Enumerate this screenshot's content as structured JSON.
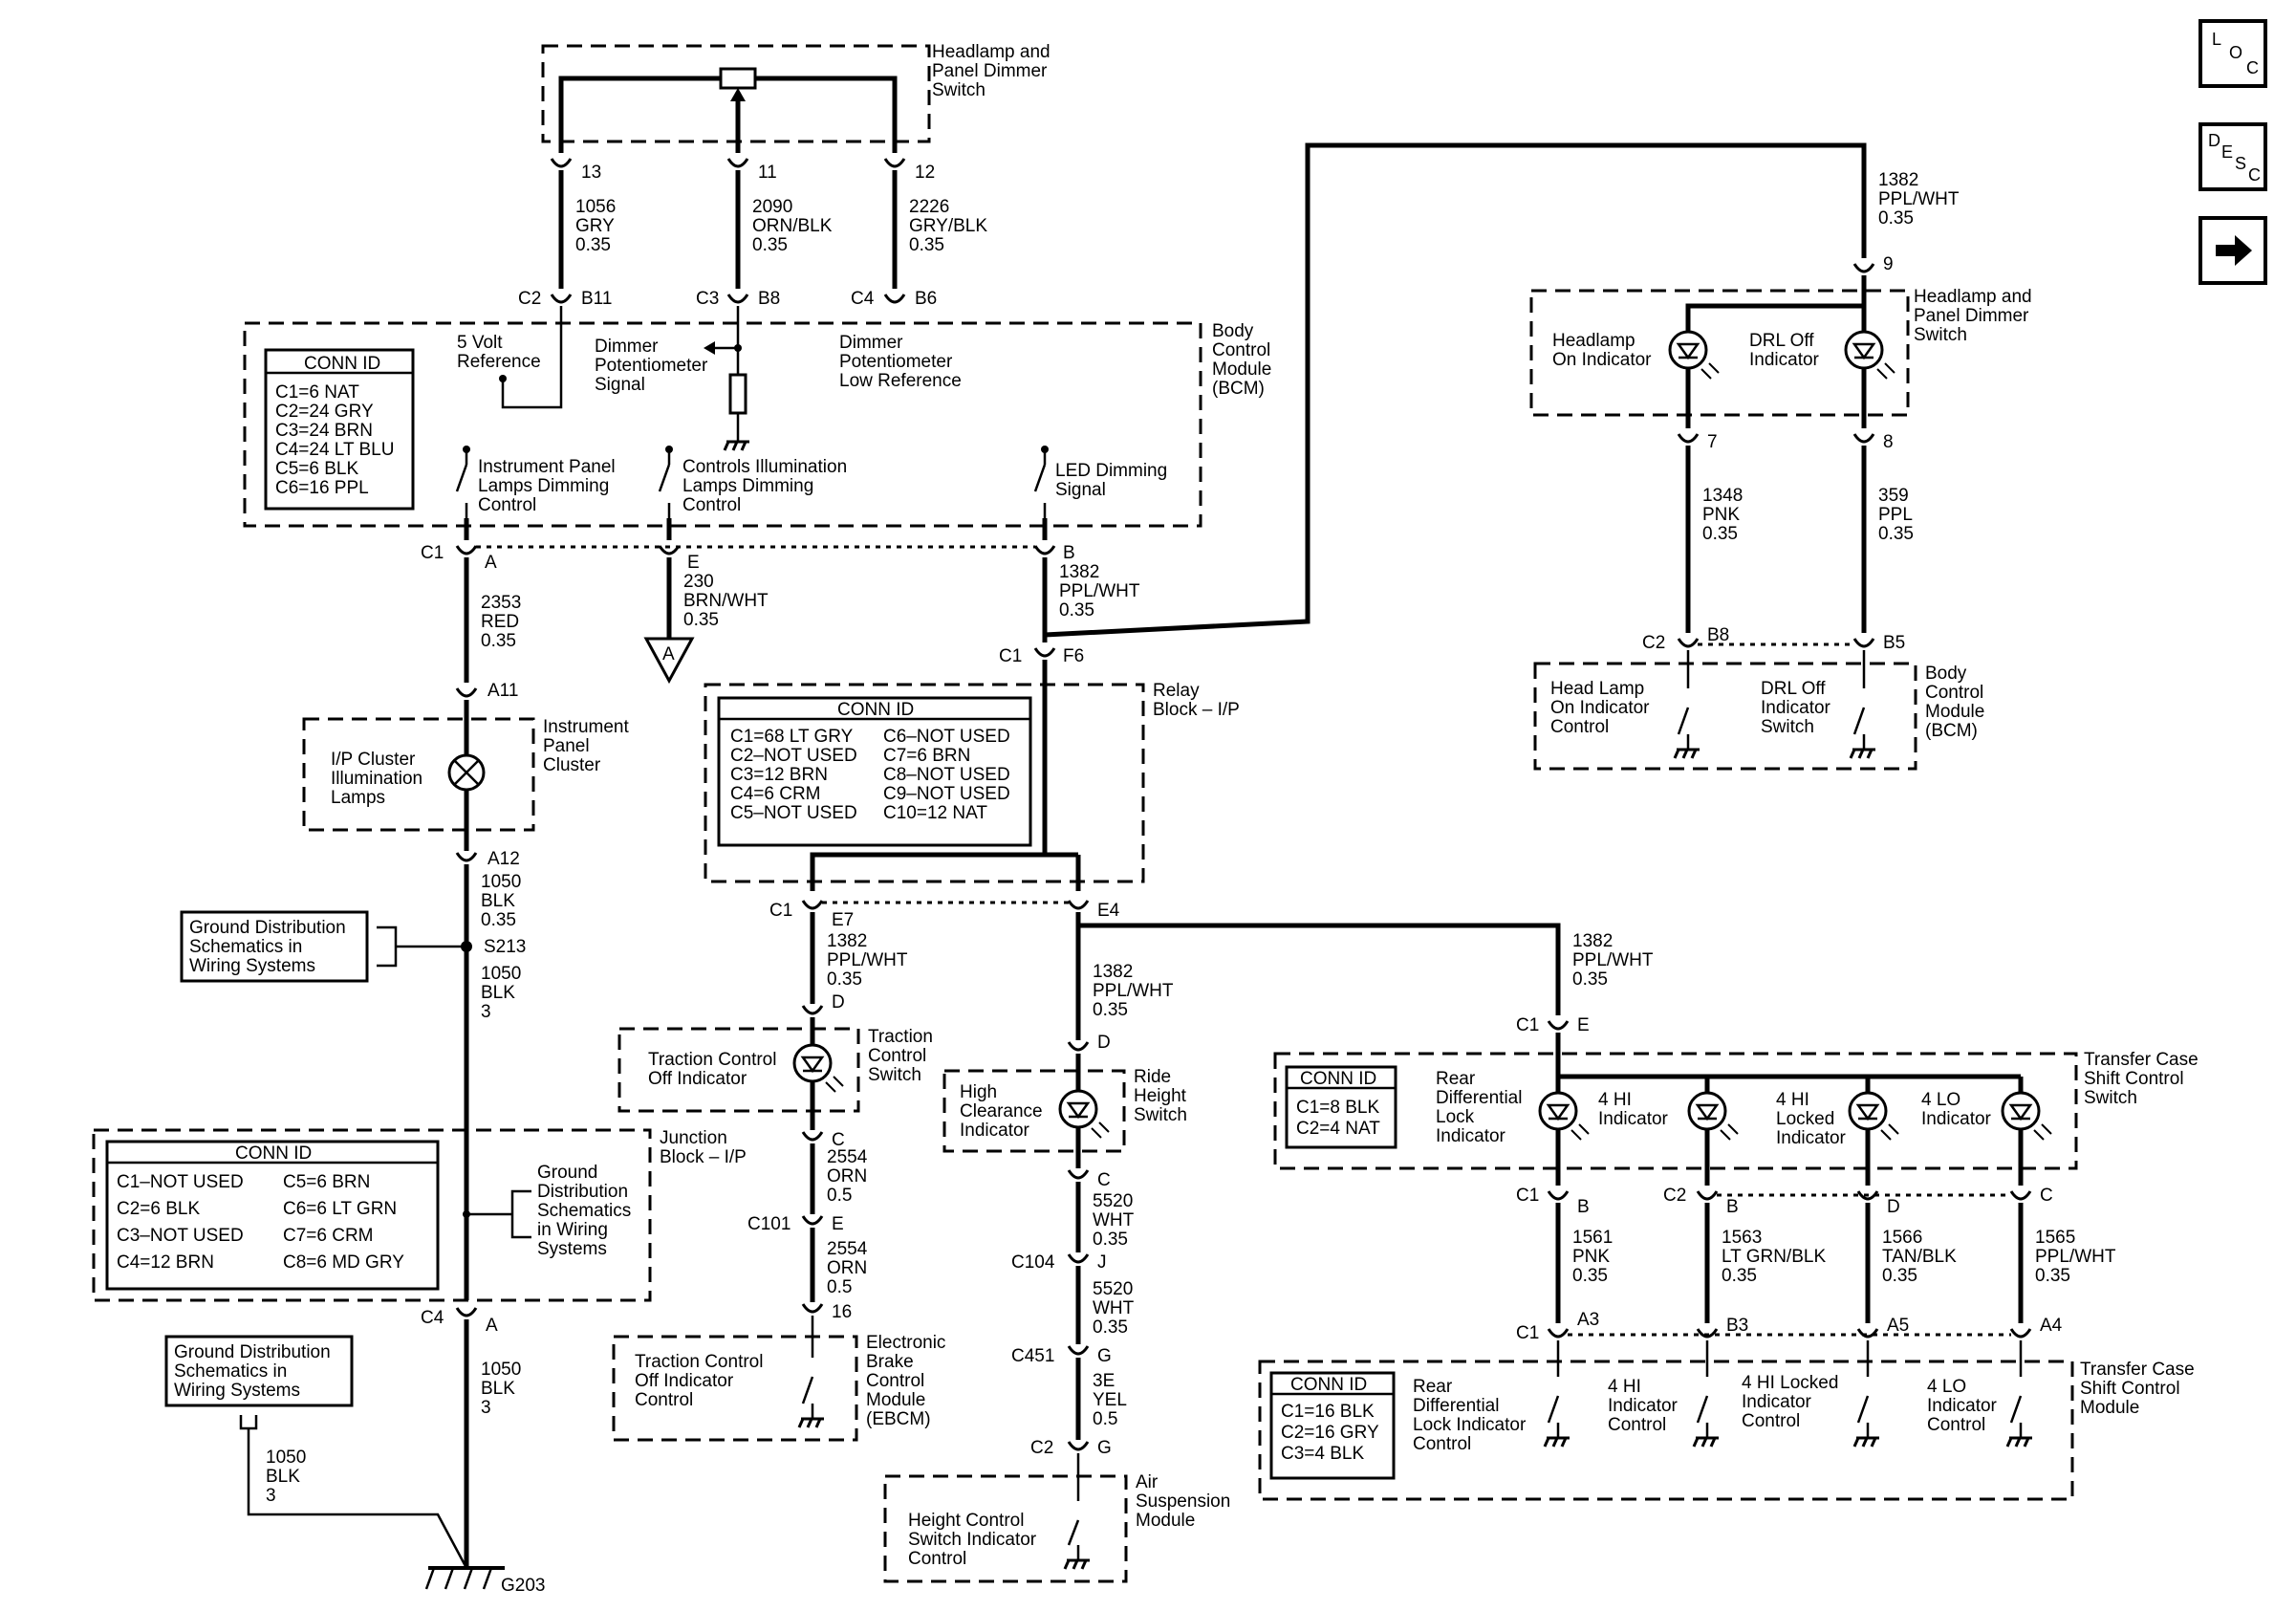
{
  "nav": {
    "loc": [
      "L",
      "O",
      "C"
    ],
    "desc": [
      "D",
      "E",
      "S",
      "C"
    ],
    "arrow": "next-arrow-icon"
  },
  "components": {
    "dimmer_switch": [
      "Headlamp and",
      "Panel Dimmer",
      "Switch"
    ],
    "bcm_top": [
      "Body",
      "Control",
      "Module",
      "(BCM)"
    ],
    "bcm_right": [
      "Body",
      "Control",
      "Module",
      "(BCM)"
    ],
    "headlamp_switch_right": [
      "Headlamp and",
      "Panel Dimmer",
      "Switch"
    ],
    "relay_block": [
      "Relay",
      "Block – I/P"
    ],
    "ipc": [
      "Instrument",
      "Panel",
      "Cluster"
    ],
    "junction_block": [
      "Junction",
      "Block – I/P"
    ],
    "traction_switch": [
      "Traction",
      "Control",
      "Switch"
    ],
    "ride_height_switch": [
      "Ride",
      "Height",
      "Switch"
    ],
    "ebcm": [
      "Electronic",
      "Brake",
      "Control",
      "Module",
      "(EBCM)"
    ],
    "air_susp": [
      "Air",
      "Suspension",
      "Module"
    ],
    "tc_switch": [
      "Transfer Case",
      "Shift Control",
      "Switch"
    ],
    "tc_module": [
      "Transfer Case",
      "Shift Control",
      "Module"
    ]
  },
  "internal_labels": {
    "five_volt_ref": [
      "5 Volt",
      "Reference"
    ],
    "dimmer_pot_signal": [
      "Dimmer",
      "Potentiometer",
      "Signal"
    ],
    "dimmer_pot_low": [
      "Dimmer",
      "Potentiometer",
      "Low Reference"
    ],
    "ip_lamps_dimming": [
      "Instrument Panel",
      "Lamps Dimming",
      "Control"
    ],
    "controls_illum": [
      "Controls Illumination",
      "Lamps Dimming",
      "Control"
    ],
    "led_dimming": [
      "LED Dimming",
      "Signal"
    ],
    "headlamp_on_ind": [
      "Headlamp",
      "On Indicator"
    ],
    "drl_off_ind": [
      "DRL Off",
      "Indicator"
    ],
    "head_lamp_on_ctrl": [
      "Head Lamp",
      "On Indicator",
      "Control"
    ],
    "drl_off_switch": [
      "DRL Off",
      "Indicator",
      "Switch"
    ],
    "ip_cluster_lamps": [
      "I/P Cluster",
      "Illumination",
      "Lamps"
    ],
    "traction_off_ind": [
      "Traction Control",
      "Off Indicator"
    ],
    "high_clearance_ind": [
      "High",
      "Clearance",
      "Indicator"
    ],
    "traction_off_ctrl": [
      "Traction Control",
      "Off Indicator",
      "Control"
    ],
    "height_ctrl_switch": [
      "Height Control",
      "Switch Indicator",
      "Control"
    ],
    "rear_diff_lock_ind": [
      "Rear",
      "Differential",
      "Lock",
      "Indicator"
    ],
    "four_hi_ind": [
      "4 HI",
      "Indicator"
    ],
    "four_hi_locked_ind": [
      "4 HI",
      "Locked",
      "Indicator"
    ],
    "four_lo_ind": [
      "4 LO",
      "Indicator"
    ],
    "rear_diff_lock_ctrl": [
      "Rear",
      "Differential",
      "Lock Indicator",
      "Control"
    ],
    "four_hi_ctrl": [
      "4 HI",
      "Indicator",
      "Control"
    ],
    "four_hi_locked_ctrl": [
      "4 HI Locked",
      "Indicator",
      "Control"
    ],
    "four_lo_ctrl": [
      "4 LO",
      "Indicator",
      "Control"
    ]
  },
  "conn_tables": {
    "bcm": {
      "title": "CONN ID",
      "rows": [
        "C1=6 NAT",
        "C2=24 GRY",
        "C3=24 BRN",
        "C4=24 LT BLU",
        "C5=6 BLK",
        "C6=16 PPL"
      ]
    },
    "relay": {
      "title": "CONN ID",
      "left": [
        "C1=68 LT GRY",
        "C2–NOT USED",
        "C3=12 BRN",
        "C4=6 CRM",
        "C5–NOT USED"
      ],
      "right": [
        "C6–NOT USED",
        "C7=6 BRN",
        "C8–NOT USED",
        "C9–NOT USED",
        "C10=12 NAT"
      ]
    },
    "junction": {
      "title": "CONN ID",
      "left": [
        "C1–NOT USED",
        "C2=6 BLK",
        "C3–NOT USED",
        "C4=12 BRN"
      ],
      "right": [
        "C5=6 BRN",
        "C6=6 LT GRN",
        "C7=6 CRM",
        "C8=6 MD GRY"
      ]
    },
    "tc_switch": {
      "title": "CONN ID",
      "rows": [
        "C1=8 BLK",
        "C2=4 NAT"
      ]
    },
    "tc_module": {
      "title": "CONN ID",
      "rows": [
        "C1=16 BLK",
        "C2=16 GRY",
        "C3=4 BLK"
      ]
    }
  },
  "ground_refs": {
    "gd1": [
      "Ground Distribution",
      "Schematics in",
      "Wiring Systems"
    ],
    "gd2": [
      "Ground",
      "Distribution",
      "Schematics",
      "in Wiring",
      "Systems"
    ],
    "gd3": [
      "Ground Distribution",
      "Schematics in",
      "Wiring Systems"
    ]
  },
  "wires": {
    "w1056": [
      "1056",
      "GRY",
      "0.35"
    ],
    "w2090": [
      "2090",
      "ORN/BLK",
      "0.35"
    ],
    "w2226": [
      "2226",
      "GRY/BLK",
      "0.35"
    ],
    "w1382_top": [
      "1382",
      "PPL/WHT",
      "0.35"
    ],
    "w1348": [
      "1348",
      "PNK",
      "0.35"
    ],
    "w359": [
      "359",
      "PPL",
      "0.35"
    ],
    "w2353": [
      "2353",
      "RED",
      "0.35"
    ],
    "w230": [
      "230",
      "BRN/WHT",
      "0.35"
    ],
    "w1382_b": [
      "1382",
      "PPL/WHT",
      "0.35"
    ],
    "w1050_a": [
      "1050",
      "BLK",
      "0.35"
    ],
    "w1050_b": [
      "1050",
      "BLK",
      "3"
    ],
    "w1050_c": [
      "1050",
      "BLK",
      "3"
    ],
    "w1050_d": [
      "1050",
      "BLK",
      "3"
    ],
    "w1382_e7": [
      "1382",
      "PPL/WHT",
      "0.35"
    ],
    "w1382_e4": [
      "1382",
      "PPL/WHT",
      "0.35"
    ],
    "w1382_tc": [
      "1382",
      "PPL/WHT",
      "0.35"
    ],
    "w2554_a": [
      "2554",
      "ORN",
      "0.5"
    ],
    "w2554_b": [
      "2554",
      "ORN",
      "0.5"
    ],
    "w5520_a": [
      "5520",
      "WHT",
      "0.35"
    ],
    "w5520_b": [
      "5520",
      "WHT",
      "0.35"
    ],
    "w3e": [
      "3E",
      "YEL",
      "0.5"
    ],
    "w1561": [
      "1561",
      "PNK",
      "0.35"
    ],
    "w1563": [
      "1563",
      "LT GRN/BLK",
      "0.35"
    ],
    "w1566": [
      "1566",
      "TAN/BLK",
      "0.35"
    ],
    "w1565": [
      "1565",
      "PPL/WHT",
      "0.35"
    ]
  },
  "pins": {
    "p13": "13",
    "p11": "11",
    "p12": "12",
    "c2": "C2",
    "b11": "B11",
    "c3": "C3",
    "b8": "B8",
    "c4": "C4",
    "b6": "B6",
    "p9": "9",
    "p7": "7",
    "p8": "8",
    "c2r": "C2",
    "b8r": "B8",
    "b5r": "B5",
    "c1a": "C1",
    "pa": "A",
    "pe": "E",
    "pb": "B",
    "c1f": "C1",
    "f6": "F6",
    "a11": "A11",
    "a12": "A12",
    "s213": "S213",
    "c1e": "C1",
    "e7": "E7",
    "e4": "E4",
    "pd1": "D",
    "pd2": "D",
    "pc1": "C",
    "pc2": "C",
    "c101": "C101",
    "pe2": "E",
    "p16": "16",
    "c104": "C104",
    "pj": "J",
    "c451": "C451",
    "pg1": "G",
    "c2g": "C2",
    "pg2": "G",
    "c4a": "C4",
    "pa2": "A",
    "g203": "G203",
    "c1te": "C1",
    "pte": "E",
    "c1b": "C1",
    "pbb": "B",
    "c2b": "C2",
    "pbb2": "B",
    "pdd": "D",
    "pcc": "C",
    "c1a3": "C1",
    "a3": "A3",
    "b3": "B3",
    "a5": "A5",
    "a4": "A4",
    "off_page": "A"
  }
}
